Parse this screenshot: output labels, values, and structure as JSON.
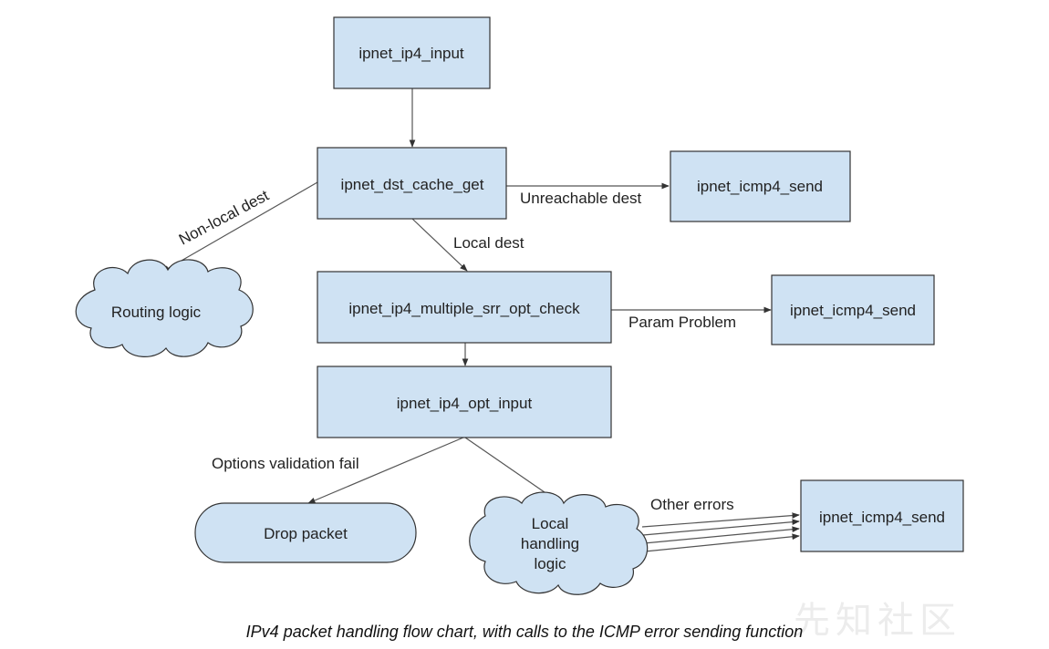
{
  "colors": {
    "box_fill": "#cfe2f3",
    "stroke": "#333333",
    "line": "#555555"
  },
  "nodes": {
    "ip4_input": "ipnet_ip4_input",
    "dst_cache_get": "ipnet_dst_cache_get",
    "icmp4_send_1": "ipnet_icmp4_send",
    "routing_logic": "Routing logic",
    "srr_opt_check": "ipnet_ip4_multiple_srr_opt_check",
    "icmp4_send_2": "ipnet_icmp4_send",
    "opt_input": "ipnet_ip4_opt_input",
    "drop_packet": "Drop packet",
    "local_handling_l1": "Local",
    "local_handling_l2": "handling",
    "local_handling_l3": "logic",
    "icmp4_send_3": "ipnet_icmp4_send"
  },
  "edges": {
    "non_local_dest": "Non-local dest",
    "unreachable_dest": "Unreachable dest",
    "local_dest": "Local dest",
    "param_problem": "Param Problem",
    "options_validation_fail": "Options validation fail",
    "other_errors": "Other errors"
  },
  "caption": "IPv4 packet handling flow chart, with calls to the ICMP error sending function",
  "watermark": "先知社区"
}
